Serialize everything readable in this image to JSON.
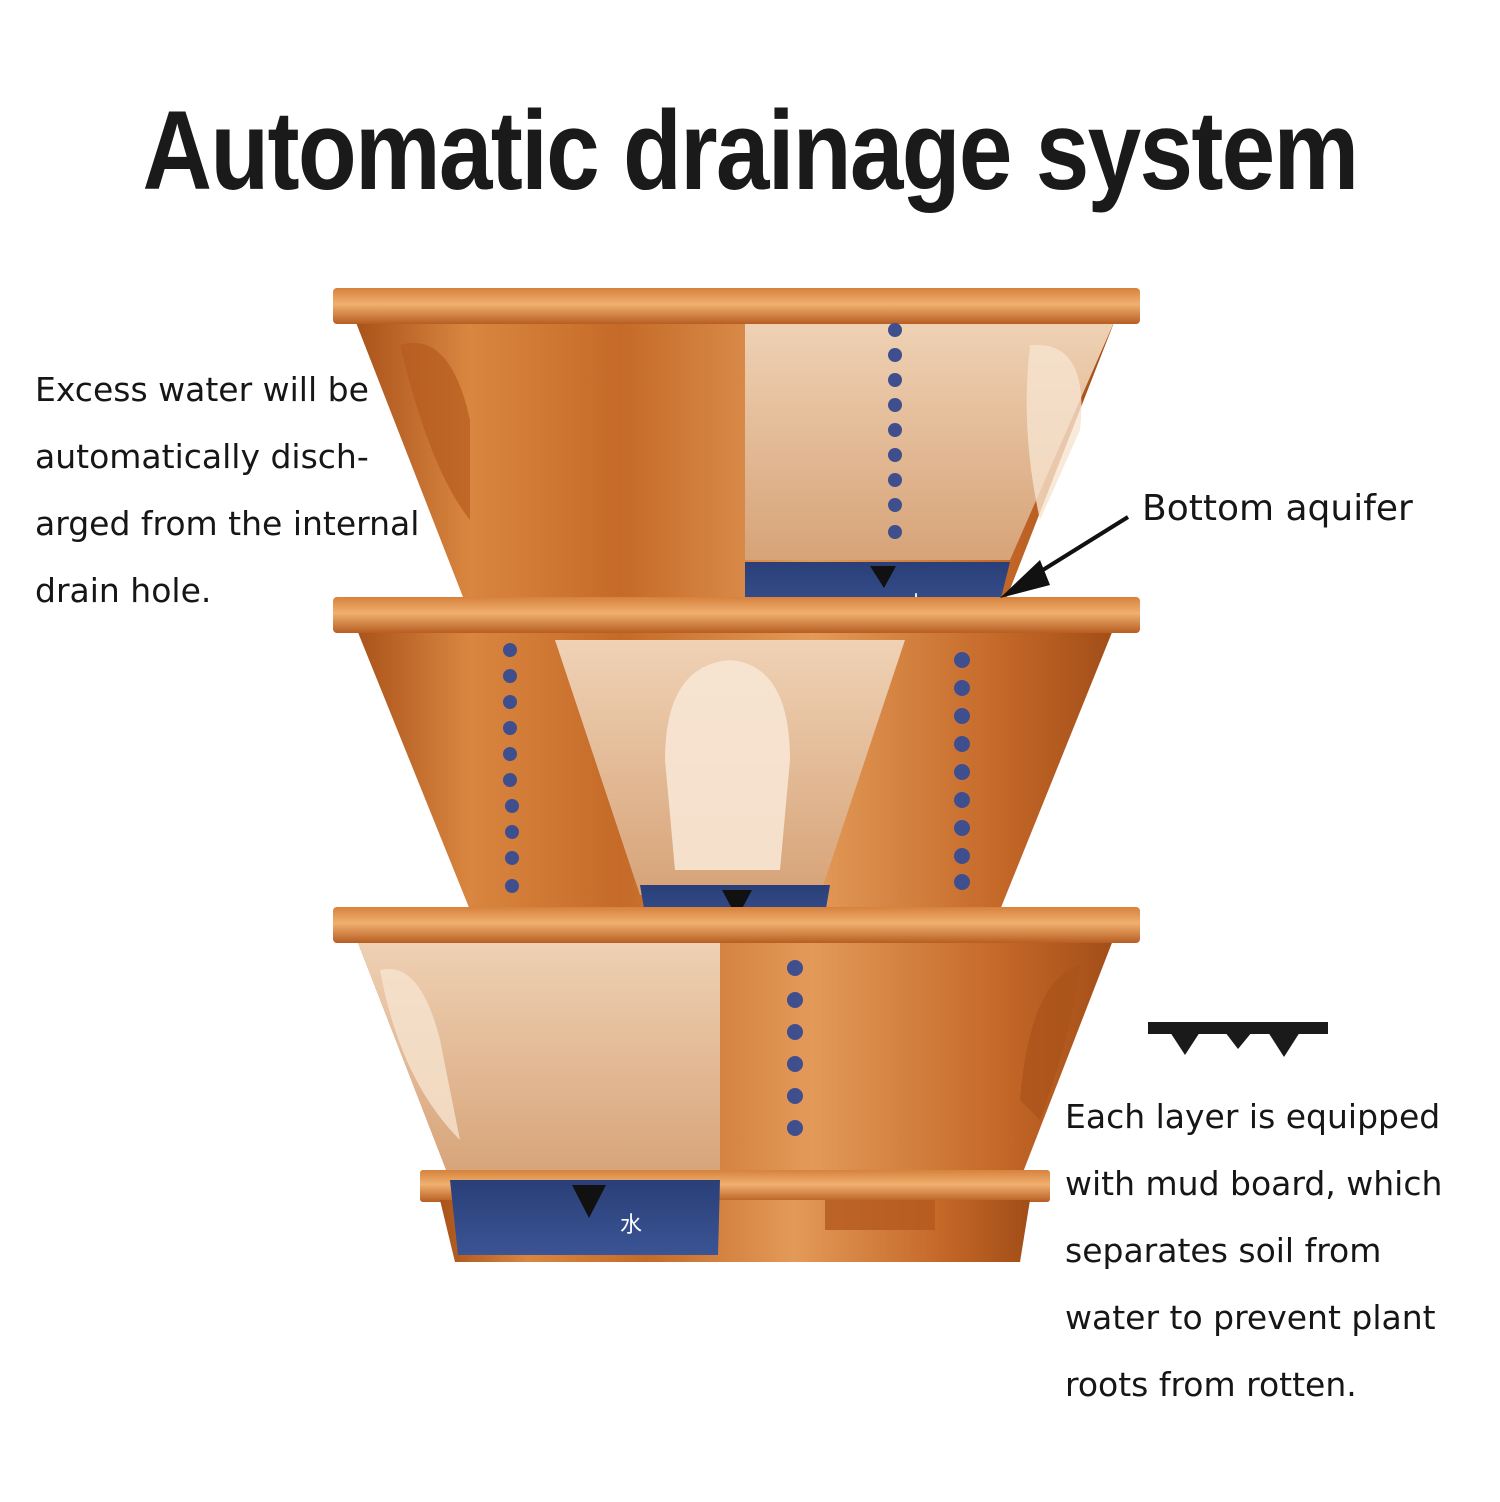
{
  "title": "Automatic drainage system",
  "notes": {
    "left": "Excess water will be\nautomatically disch-\narged from the internal\ndrain hole.",
    "right": "Each layer is equipped\nwith mud board, which\nseparates soil from\nwater to prevent plant\nroots from rotten.",
    "bottom_aquifer": "Bottom aquifer"
  },
  "water_labels": [
    "水",
    "水"
  ],
  "colors": {
    "pot": "#c96f2c",
    "pot_light": "#e6a066",
    "pot_dark": "#9c4f17",
    "interior": "#e2b98f",
    "water": "#2f4a86",
    "drops": "#3f4f8e"
  }
}
